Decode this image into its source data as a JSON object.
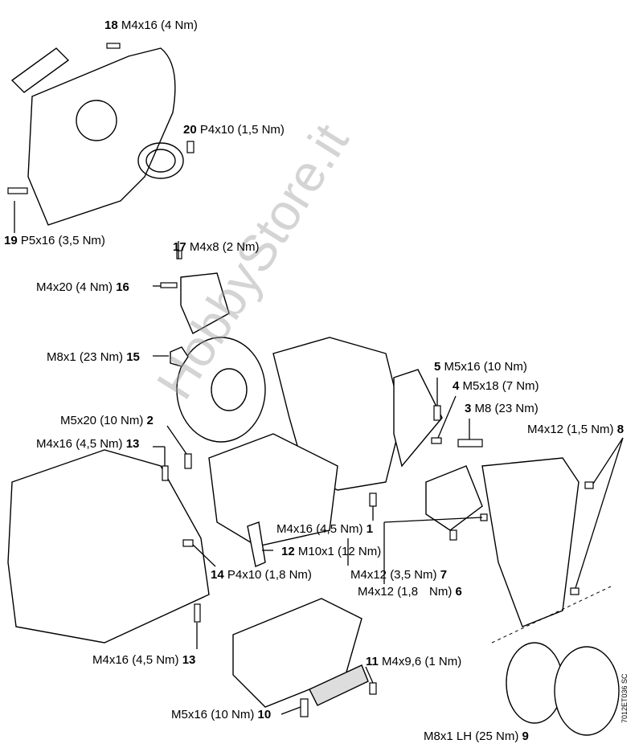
{
  "watermark": "HobbyStore.it",
  "drawing_code": "7012ET036 SC",
  "callouts": [
    {
      "id": "c18",
      "number": "18",
      "spec": "M4x16 (4 Nm)",
      "number_first": true
    },
    {
      "id": "c20",
      "number": "20",
      "spec": "P4x10 (1,5 Nm)",
      "number_first": true
    },
    {
      "id": "c19",
      "number": "19",
      "spec": "P5x16 (3,5 Nm)",
      "number_first": true
    },
    {
      "id": "c17",
      "number": "17",
      "spec": "M4x8 (2 Nm)",
      "number_first": true
    },
    {
      "id": "c16",
      "number": "16",
      "spec": "M4x20 (4 Nm)",
      "number_first": false
    },
    {
      "id": "c15",
      "number": "15",
      "spec": "M8x1 (23 Nm)",
      "number_first": false
    },
    {
      "id": "c5",
      "number": "5",
      "spec": "M5x16 (10 Nm)",
      "number_first": true
    },
    {
      "id": "c4",
      "number": "4",
      "spec": "M5x18 (7 Nm)",
      "number_first": true
    },
    {
      "id": "c3",
      "number": "3",
      "spec": "M8 (23 Nm)",
      "number_first": true
    },
    {
      "id": "c8",
      "number": "8",
      "spec": "M4x12 (1,5 Nm)",
      "number_first": false
    },
    {
      "id": "c2",
      "number": "2",
      "spec": "M5x20 (10 Nm)",
      "number_first": false
    },
    {
      "id": "c13a",
      "number": "13",
      "spec": "M4x16 (4,5 Nm)",
      "number_first": false
    },
    {
      "id": "c1",
      "number": "1",
      "spec": "M4x16 (4,5 Nm)",
      "number_first": false
    },
    {
      "id": "c12",
      "number": "12",
      "spec": "M10x1 (12 Nm)",
      "number_first": true
    },
    {
      "id": "c14",
      "number": "14",
      "spec": "P4x10 (1,8 Nm)",
      "number_first": true
    },
    {
      "id": "c7",
      "number": "7",
      "spec": "M4x12 (3,5 Nm)",
      "number_first": false
    },
    {
      "id": "c6",
      "number": "6",
      "spec": "M4x12 (1,8",
      "spec2": "Nm)",
      "number_first": false
    },
    {
      "id": "c13b",
      "number": "13",
      "spec": "M4x16 (4,5 Nm)",
      "number_first": false
    },
    {
      "id": "c11",
      "number": "11",
      "spec": "M4x9,6 (1 Nm)",
      "number_first": true
    },
    {
      "id": "c10",
      "number": "10",
      "spec": "M5x16 (10 Nm)",
      "number_first": false
    },
    {
      "id": "c9",
      "number": "9",
      "spec": "M8x1 LH (25 Nm)",
      "number_first": false
    }
  ]
}
